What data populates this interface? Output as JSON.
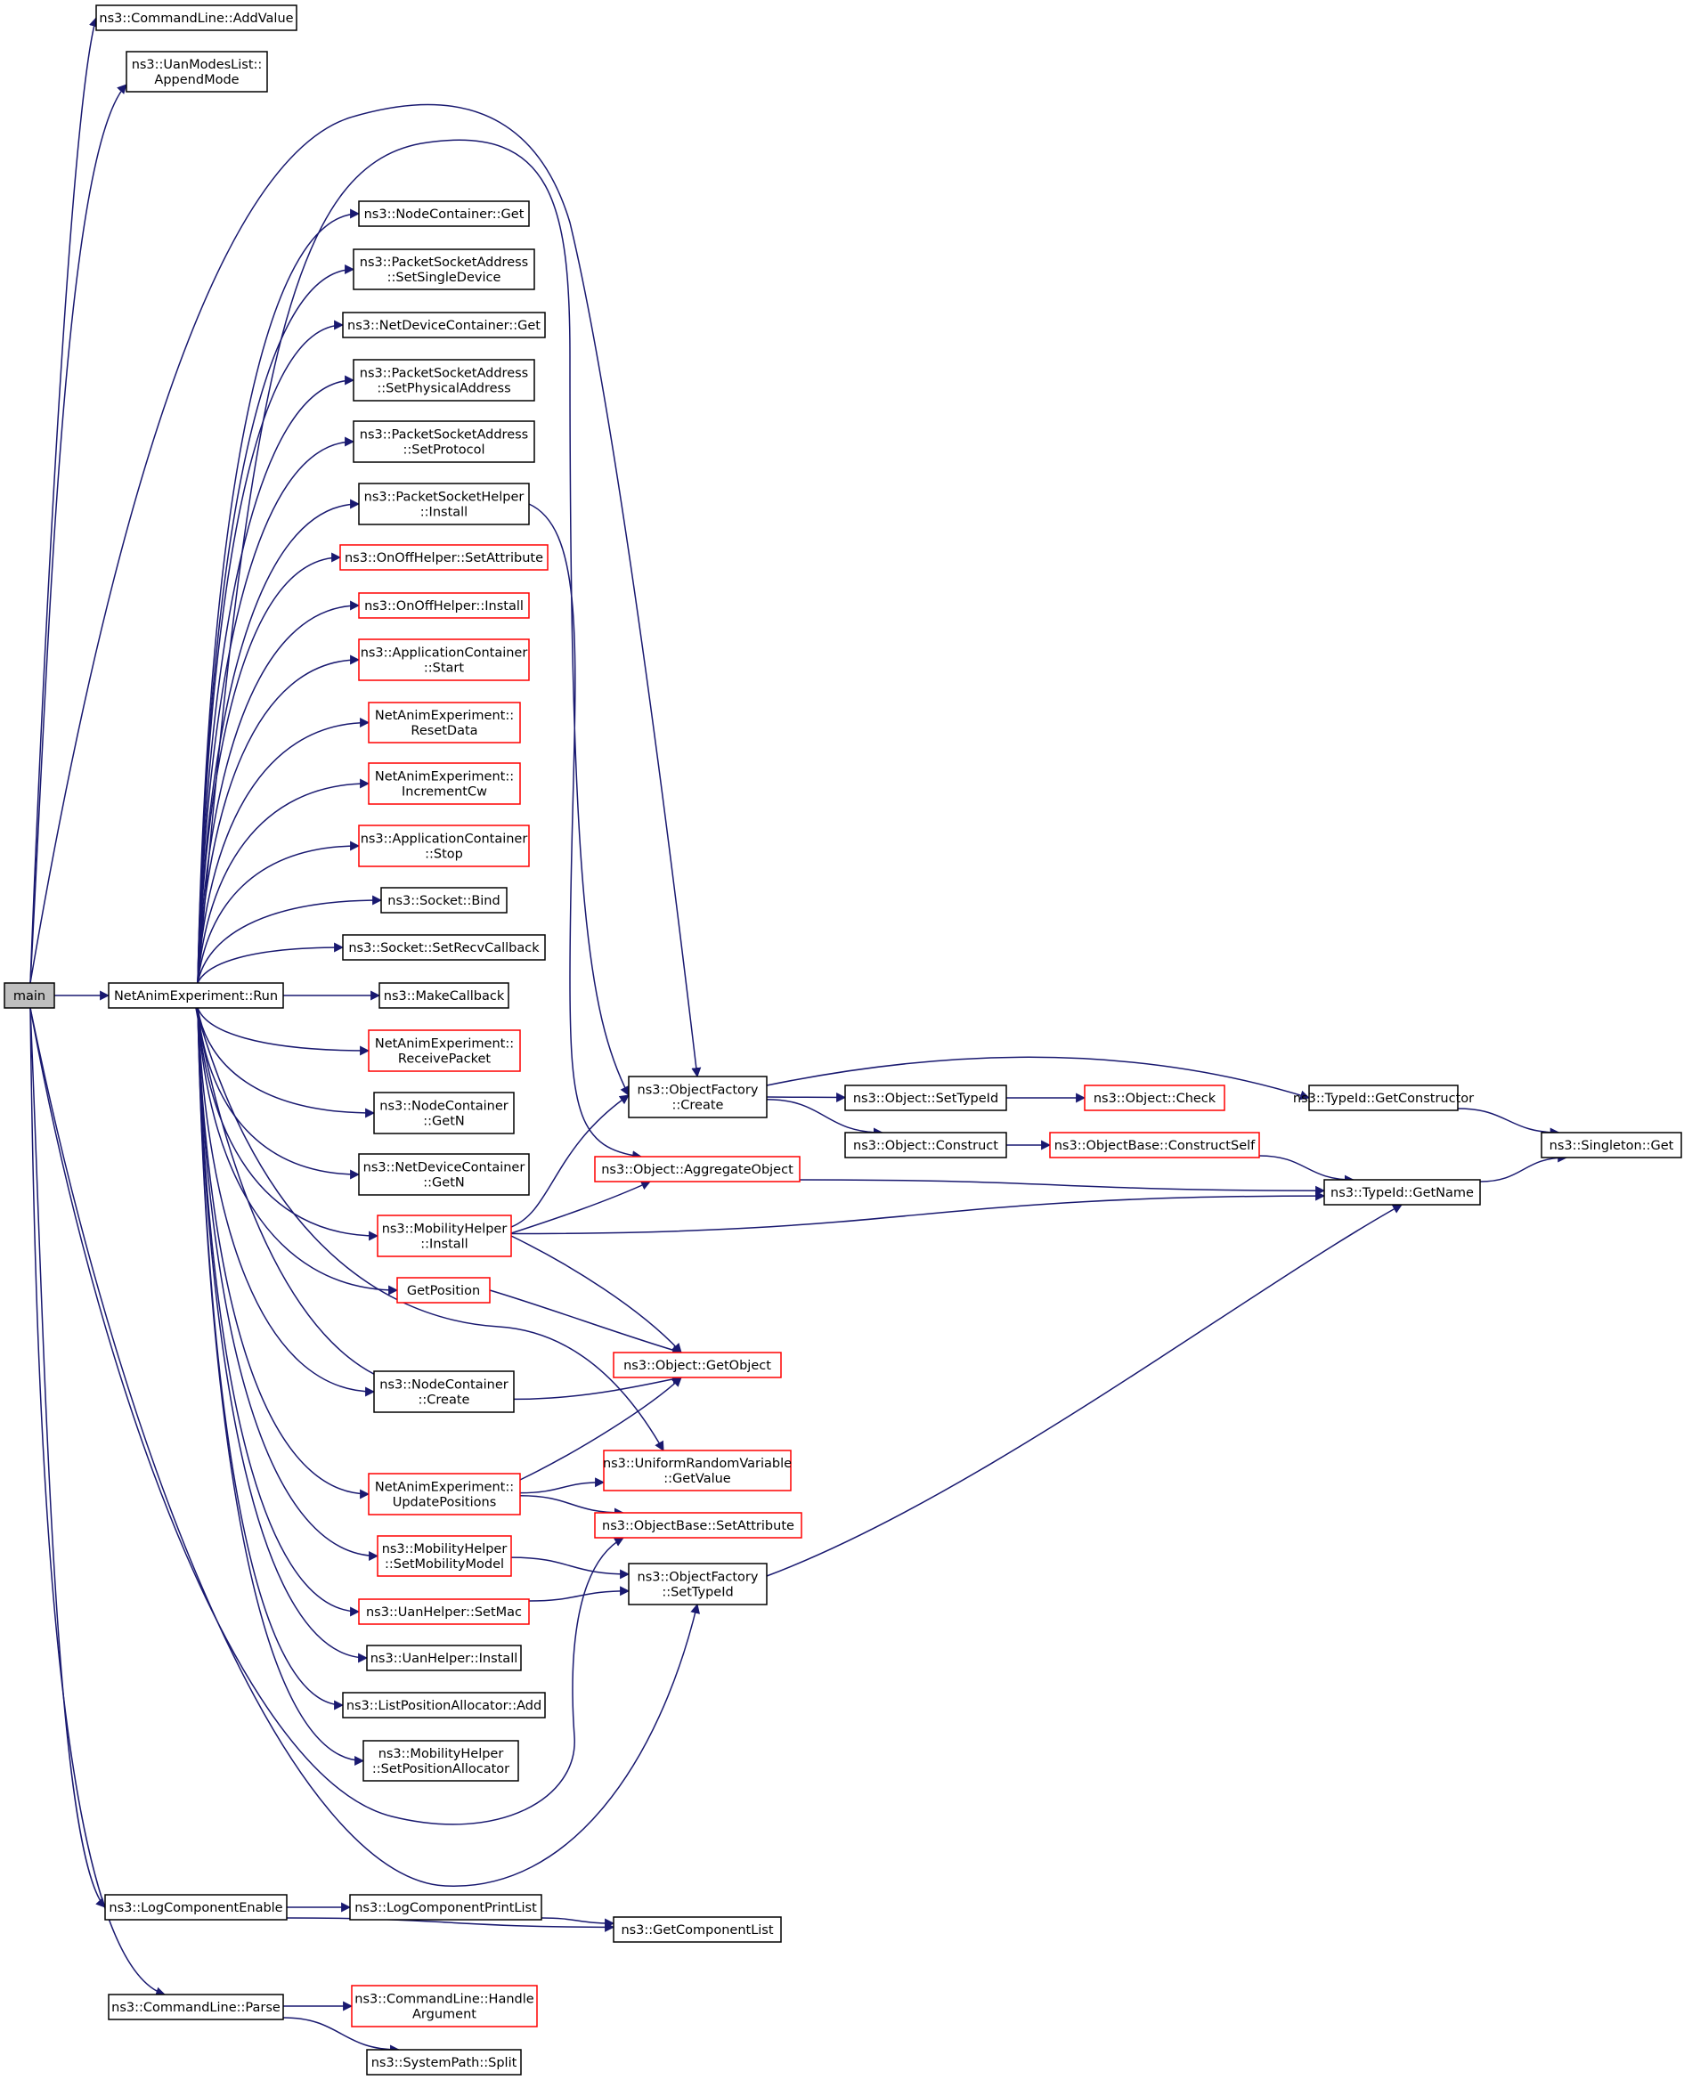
{
  "graph_title": "",
  "colors": {
    "edge": "#191970",
    "documented_border": "#000000",
    "undocumented_border": "#ff0000",
    "root_fill": "#bfbfbf"
  },
  "nodes": [
    {
      "id": "main",
      "lines": [
        "main"
      ],
      "style": "root"
    },
    {
      "id": "addvalue",
      "lines": [
        "ns3::CommandLine::AddValue"
      ],
      "style": "doc"
    },
    {
      "id": "appendmode",
      "lines": [
        "ns3::UanModesList::",
        "AppendMode"
      ],
      "style": "doc"
    },
    {
      "id": "nc_get",
      "lines": [
        "ns3::NodeContainer::Get"
      ],
      "style": "doc"
    },
    {
      "id": "psa_setsingledevice",
      "lines": [
        "ns3::PacketSocketAddress",
        "::SetSingleDevice"
      ],
      "style": "doc"
    },
    {
      "id": "ndc_get",
      "lines": [
        "ns3::NetDeviceContainer::Get"
      ],
      "style": "doc"
    },
    {
      "id": "psa_setphysicaladdress",
      "lines": [
        "ns3::PacketSocketAddress",
        "::SetPhysicalAddress"
      ],
      "style": "doc"
    },
    {
      "id": "psa_setprotocol",
      "lines": [
        "ns3::PacketSocketAddress",
        "::SetProtocol"
      ],
      "style": "doc"
    },
    {
      "id": "psh_install",
      "lines": [
        "ns3::PacketSocketHelper",
        "::Install"
      ],
      "style": "doc"
    },
    {
      "id": "onoff_setattribute",
      "lines": [
        "ns3::OnOffHelper::SetAttribute"
      ],
      "style": "undoc"
    },
    {
      "id": "onoff_install",
      "lines": [
        "ns3::OnOffHelper::Install"
      ],
      "style": "undoc"
    },
    {
      "id": "appc_start",
      "lines": [
        "ns3::ApplicationContainer",
        "::Start"
      ],
      "style": "undoc"
    },
    {
      "id": "nae_resetdata",
      "lines": [
        "NetAnimExperiment::",
        "ResetData"
      ],
      "style": "undoc"
    },
    {
      "id": "nae_incrementcw",
      "lines": [
        "NetAnimExperiment::",
        "IncrementCw"
      ],
      "style": "undoc"
    },
    {
      "id": "appc_stop",
      "lines": [
        "ns3::ApplicationContainer",
        "::Stop"
      ],
      "style": "undoc"
    },
    {
      "id": "socket_bind",
      "lines": [
        "ns3::Socket::Bind"
      ],
      "style": "doc"
    },
    {
      "id": "socket_setrecvcallback",
      "lines": [
        "ns3::Socket::SetRecvCallback"
      ],
      "style": "doc"
    },
    {
      "id": "nae_run",
      "lines": [
        "NetAnimExperiment::Run"
      ],
      "style": "doc"
    },
    {
      "id": "makecallback",
      "lines": [
        "ns3::MakeCallback"
      ],
      "style": "doc"
    },
    {
      "id": "nae_receivepacket",
      "lines": [
        "NetAnimExperiment::",
        "ReceivePacket"
      ],
      "style": "undoc"
    },
    {
      "id": "nc_getn",
      "lines": [
        "ns3::NodeContainer",
        "::GetN"
      ],
      "style": "doc"
    },
    {
      "id": "ndc_getn",
      "lines": [
        "ns3::NetDeviceContainer",
        "::GetN"
      ],
      "style": "doc"
    },
    {
      "id": "mh_install",
      "lines": [
        "ns3::MobilityHelper",
        "::Install"
      ],
      "style": "undoc"
    },
    {
      "id": "getposition",
      "lines": [
        "GetPosition"
      ],
      "style": "undoc"
    },
    {
      "id": "nc_create",
      "lines": [
        "ns3::NodeContainer",
        "::Create"
      ],
      "style": "doc"
    },
    {
      "id": "nae_updatepositions",
      "lines": [
        "NetAnimExperiment::",
        "UpdatePositions"
      ],
      "style": "undoc"
    },
    {
      "id": "mh_setmobilitymodel",
      "lines": [
        "ns3::MobilityHelper",
        "::SetMobilityModel"
      ],
      "style": "undoc"
    },
    {
      "id": "uan_setmac",
      "lines": [
        "ns3::UanHelper::SetMac"
      ],
      "style": "undoc"
    },
    {
      "id": "uan_install",
      "lines": [
        "ns3::UanHelper::Install"
      ],
      "style": "doc"
    },
    {
      "id": "lpa_add",
      "lines": [
        "ns3::ListPositionAllocator::Add"
      ],
      "style": "doc"
    },
    {
      "id": "mh_setpositionallocator",
      "lines": [
        "ns3::MobilityHelper",
        "::SetPositionAllocator"
      ],
      "style": "doc"
    },
    {
      "id": "of_create",
      "lines": [
        "ns3::ObjectFactory",
        "::Create"
      ],
      "style": "doc"
    },
    {
      "id": "obj_aggregateobject",
      "lines": [
        "ns3::Object::AggregateObject"
      ],
      "style": "undoc"
    },
    {
      "id": "obj_getobject",
      "lines": [
        "ns3::Object::GetObject"
      ],
      "style": "undoc"
    },
    {
      "id": "urv_getvalue",
      "lines": [
        "ns3::UniformRandomVariable",
        "::GetValue"
      ],
      "style": "undoc"
    },
    {
      "id": "ob_setattribute",
      "lines": [
        "ns3::ObjectBase::SetAttribute"
      ],
      "style": "undoc"
    },
    {
      "id": "of_settypeid",
      "lines": [
        "ns3::ObjectFactory",
        "::SetTypeId"
      ],
      "style": "doc"
    },
    {
      "id": "obj_settypeid",
      "lines": [
        "ns3::Object::SetTypeId"
      ],
      "style": "doc"
    },
    {
      "id": "obj_construct",
      "lines": [
        "ns3::Object::Construct"
      ],
      "style": "doc"
    },
    {
      "id": "obj_check",
      "lines": [
        "ns3::Object::Check"
      ],
      "style": "undoc"
    },
    {
      "id": "ob_constructself",
      "lines": [
        "ns3::ObjectBase::ConstructSelf"
      ],
      "style": "undoc"
    },
    {
      "id": "typeid_getconstructor",
      "lines": [
        "ns3::TypeId::GetConstructor"
      ],
      "style": "doc"
    },
    {
      "id": "typeid_getname",
      "lines": [
        "ns3::TypeId::GetName"
      ],
      "style": "doc"
    },
    {
      "id": "singleton_get",
      "lines": [
        "ns3::Singleton::Get"
      ],
      "style": "doc"
    },
    {
      "id": "logcomponentenable",
      "lines": [
        "ns3::LogComponentEnable"
      ],
      "style": "doc"
    },
    {
      "id": "logcomponentprintlist",
      "lines": [
        "ns3::LogComponentPrintList"
      ],
      "style": "doc"
    },
    {
      "id": "getcomponentlist",
      "lines": [
        "ns3::GetComponentList"
      ],
      "style": "doc"
    },
    {
      "id": "cl_parse",
      "lines": [
        "ns3::CommandLine::Parse"
      ],
      "style": "doc"
    },
    {
      "id": "cl_handleargument",
      "lines": [
        "ns3::CommandLine::Handle",
        "Argument"
      ],
      "style": "undoc"
    },
    {
      "id": "systempath_split",
      "lines": [
        "ns3::SystemPath::Split"
      ],
      "style": "doc"
    }
  ],
  "edges": [
    {
      "from": "main",
      "to": "addvalue"
    },
    {
      "from": "main",
      "to": "appendmode"
    },
    {
      "from": "main",
      "to": "of_create"
    },
    {
      "from": "main",
      "to": "nae_run"
    },
    {
      "from": "main",
      "to": "ob_setattribute"
    },
    {
      "from": "main",
      "to": "of_settypeid"
    },
    {
      "from": "main",
      "to": "logcomponentenable"
    },
    {
      "from": "main",
      "to": "cl_parse"
    },
    {
      "from": "nae_run",
      "to": "nc_get"
    },
    {
      "from": "nae_run",
      "to": "psa_setsingledevice"
    },
    {
      "from": "nae_run",
      "to": "ndc_get"
    },
    {
      "from": "nae_run",
      "to": "psa_setphysicaladdress"
    },
    {
      "from": "nae_run",
      "to": "psa_setprotocol"
    },
    {
      "from": "nae_run",
      "to": "psh_install"
    },
    {
      "from": "nae_run",
      "to": "onoff_setattribute"
    },
    {
      "from": "nae_run",
      "to": "onoff_install"
    },
    {
      "from": "nae_run",
      "to": "appc_start"
    },
    {
      "from": "nae_run",
      "to": "nae_resetdata"
    },
    {
      "from": "nae_run",
      "to": "nae_incrementcw"
    },
    {
      "from": "nae_run",
      "to": "appc_stop"
    },
    {
      "from": "nae_run",
      "to": "socket_bind"
    },
    {
      "from": "nae_run",
      "to": "socket_setrecvcallback"
    },
    {
      "from": "nae_run",
      "to": "makecallback"
    },
    {
      "from": "nae_run",
      "to": "nae_receivepacket"
    },
    {
      "from": "nae_run",
      "to": "nc_getn"
    },
    {
      "from": "nae_run",
      "to": "ndc_getn"
    },
    {
      "from": "nae_run",
      "to": "mh_install"
    },
    {
      "from": "nae_run",
      "to": "getposition"
    },
    {
      "from": "nae_run",
      "to": "nc_create"
    },
    {
      "from": "nae_run",
      "to": "obj_getobject"
    },
    {
      "from": "nae_run",
      "to": "urv_getvalue"
    },
    {
      "from": "nae_run",
      "to": "nae_updatepositions"
    },
    {
      "from": "nae_run",
      "to": "mh_setmobilitymodel"
    },
    {
      "from": "nae_run",
      "to": "uan_setmac"
    },
    {
      "from": "nae_run",
      "to": "uan_install"
    },
    {
      "from": "nae_run",
      "to": "lpa_add"
    },
    {
      "from": "nae_run",
      "to": "mh_setpositionallocator"
    },
    {
      "from": "nae_run",
      "to": "of_create"
    },
    {
      "from": "psh_install",
      "to": "obj_aggregateobject"
    },
    {
      "from": "mh_install",
      "to": "of_create"
    },
    {
      "from": "mh_install",
      "to": "obj_aggregateobject"
    },
    {
      "from": "mh_install",
      "to": "typeid_getname"
    },
    {
      "from": "mh_install",
      "to": "obj_getobject"
    },
    {
      "from": "getposition",
      "to": "obj_getobject"
    },
    {
      "from": "nae_updatepositions",
      "to": "obj_getobject"
    },
    {
      "from": "nae_updatepositions",
      "to": "urv_getvalue"
    },
    {
      "from": "nae_updatepositions",
      "to": "ob_setattribute"
    },
    {
      "from": "mh_setmobilitymodel",
      "to": "of_settypeid"
    },
    {
      "from": "uan_setmac",
      "to": "of_settypeid"
    },
    {
      "from": "of_create",
      "to": "obj_settypeid"
    },
    {
      "from": "of_create",
      "to": "obj_construct"
    },
    {
      "from": "of_create",
      "to": "typeid_getconstructor"
    },
    {
      "from": "obj_settypeid",
      "to": "obj_check"
    },
    {
      "from": "obj_construct",
      "to": "ob_constructself"
    },
    {
      "from": "ob_constructself",
      "to": "typeid_getname"
    },
    {
      "from": "obj_aggregateobject",
      "to": "typeid_getname"
    },
    {
      "from": "typeid_getconstructor",
      "to": "singleton_get"
    },
    {
      "from": "typeid_getname",
      "to": "singleton_get"
    },
    {
      "from": "of_settypeid",
      "to": "typeid_getname"
    },
    {
      "from": "logcomponentenable",
      "to": "logcomponentprintlist"
    },
    {
      "from": "logcomponentenable",
      "to": "getcomponentlist"
    },
    {
      "from": "logcomponentprintlist",
      "to": "getcomponentlist"
    },
    {
      "from": "cl_parse",
      "to": "cl_handleargument"
    },
    {
      "from": "cl_parse",
      "to": "systempath_split"
    }
  ]
}
